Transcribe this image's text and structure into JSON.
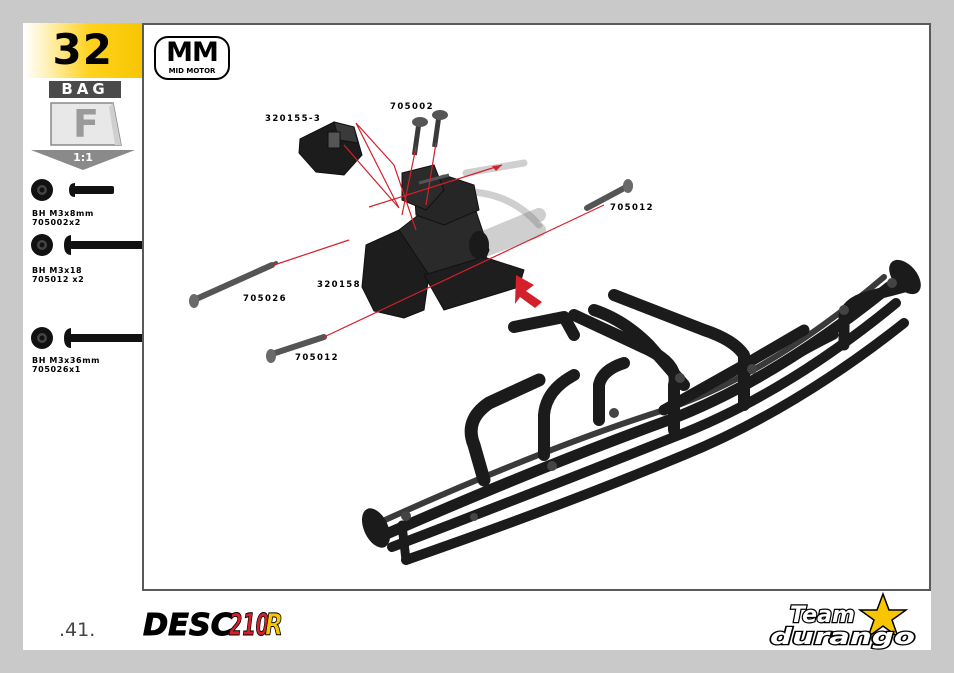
{
  "step": {
    "number": "32"
  },
  "bag": {
    "label": "BAG",
    "letter": "F",
    "scale": "1:1"
  },
  "parts": [
    {
      "line1": "BH M3x8mm",
      "line2": "705002x2"
    },
    {
      "line1": "BH M3x18",
      "line2": "705012 x2"
    },
    {
      "line1": "BH M3x36mm",
      "line2": "705026x1"
    }
  ],
  "badge": {
    "main": "MM",
    "sub": "MID MOTOR"
  },
  "callouts": {
    "c320155": "320155-3",
    "c705002": "705002",
    "c705012_top": "705012",
    "c705026": "705026",
    "c320158": "320158",
    "c705012_bottom": "705012"
  },
  "footer": {
    "page_number": ".41.",
    "logo_left": "DESC210R",
    "logo_right_line1": "Team",
    "logo_right_line2": "durango"
  },
  "colors": {
    "step_yellow": "#f7c600",
    "arrow_red": "#d4202a",
    "frame_gray": "#5a5a5a"
  }
}
